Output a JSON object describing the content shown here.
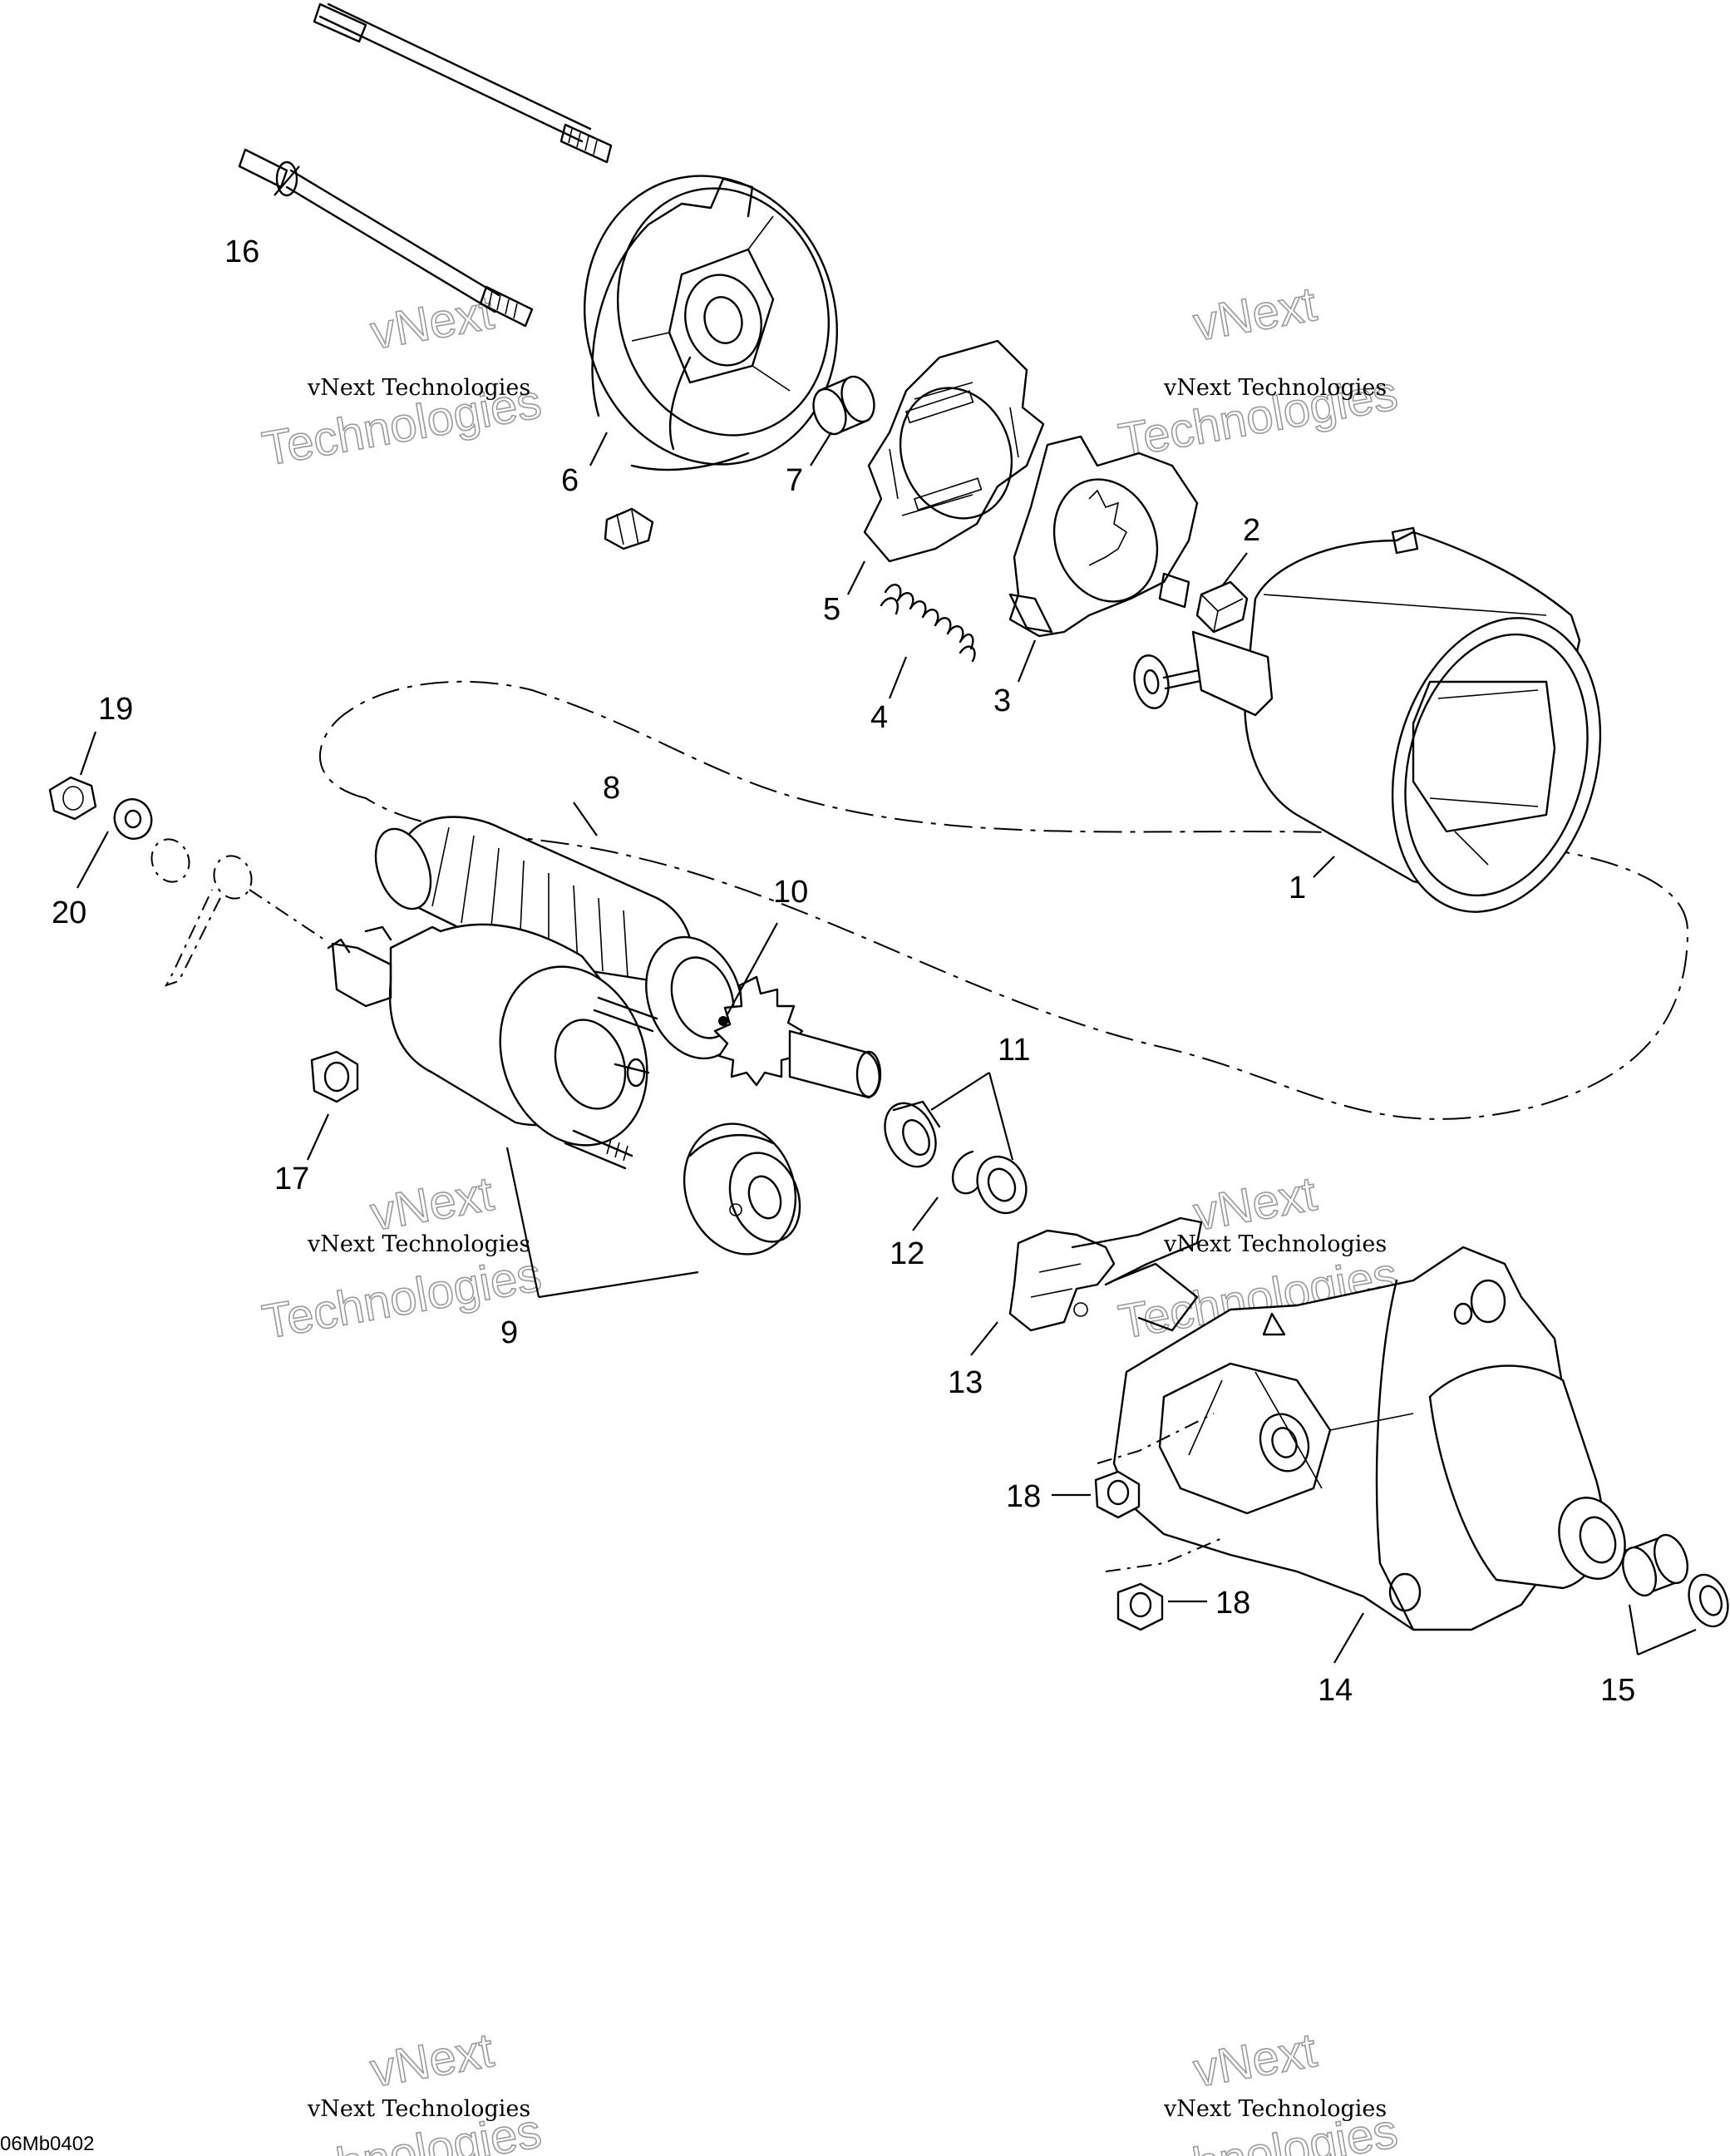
{
  "figure_code": "06Mb0402",
  "watermark": {
    "small": "vNext Technologies",
    "big_line1": "vNext",
    "big_line2": "Technologies"
  },
  "callouts": [
    "1",
    "2",
    "3",
    "4",
    "5",
    "6",
    "7",
    "8",
    "9",
    "10",
    "11",
    "12",
    "13",
    "14",
    "15",
    "16",
    "17",
    "18",
    "18",
    "19",
    "20"
  ]
}
